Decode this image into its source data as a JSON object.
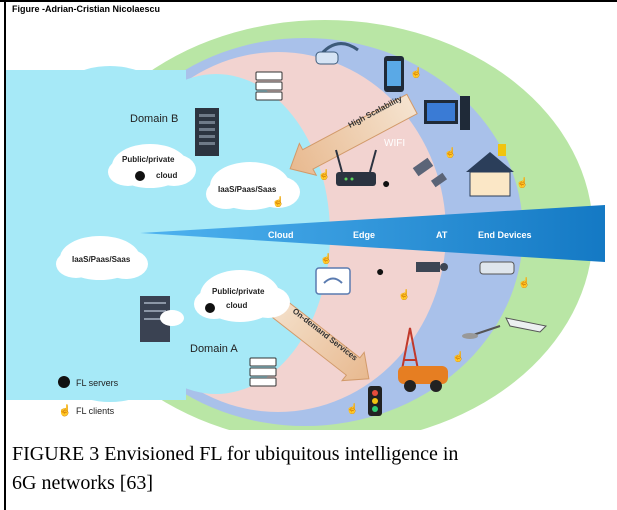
{
  "figure_label": "Figure -Adrian-Cristian Nicolaescu",
  "caption_line1": "FIGURE 3 Envisioned FL for ubiquitous intelligence in",
  "caption_line2": "6G networks [63]",
  "diagram": {
    "domain_b": "Domain B",
    "domain_a": "Domain A",
    "cloud_b_label_1": "Public/private",
    "cloud_b_label_2": "cloud",
    "cloud_a_label_1": "Public/private",
    "cloud_a_label_2": "cloud",
    "iaas_top": "IaaS/Paas/Saas",
    "iaas_left": "IaaS/Paas/Saas",
    "high_scalability": "High Scalability",
    "on_demand": "On-demand Services",
    "wifi": "WIFI",
    "band_cloud": "Cloud",
    "band_edge": "Edge",
    "band_at": "AT",
    "band_end": "End Devices",
    "legend_servers": "FL servers",
    "legend_clients": "FL clients"
  },
  "colors": {
    "outer_green": "#b9e6a5",
    "layer_blue": "#a9c1ea",
    "layer_pink": "#f2d3d0",
    "core_cyan": "#a6e9f7",
    "wedge_blue": "#1b8fd6"
  }
}
